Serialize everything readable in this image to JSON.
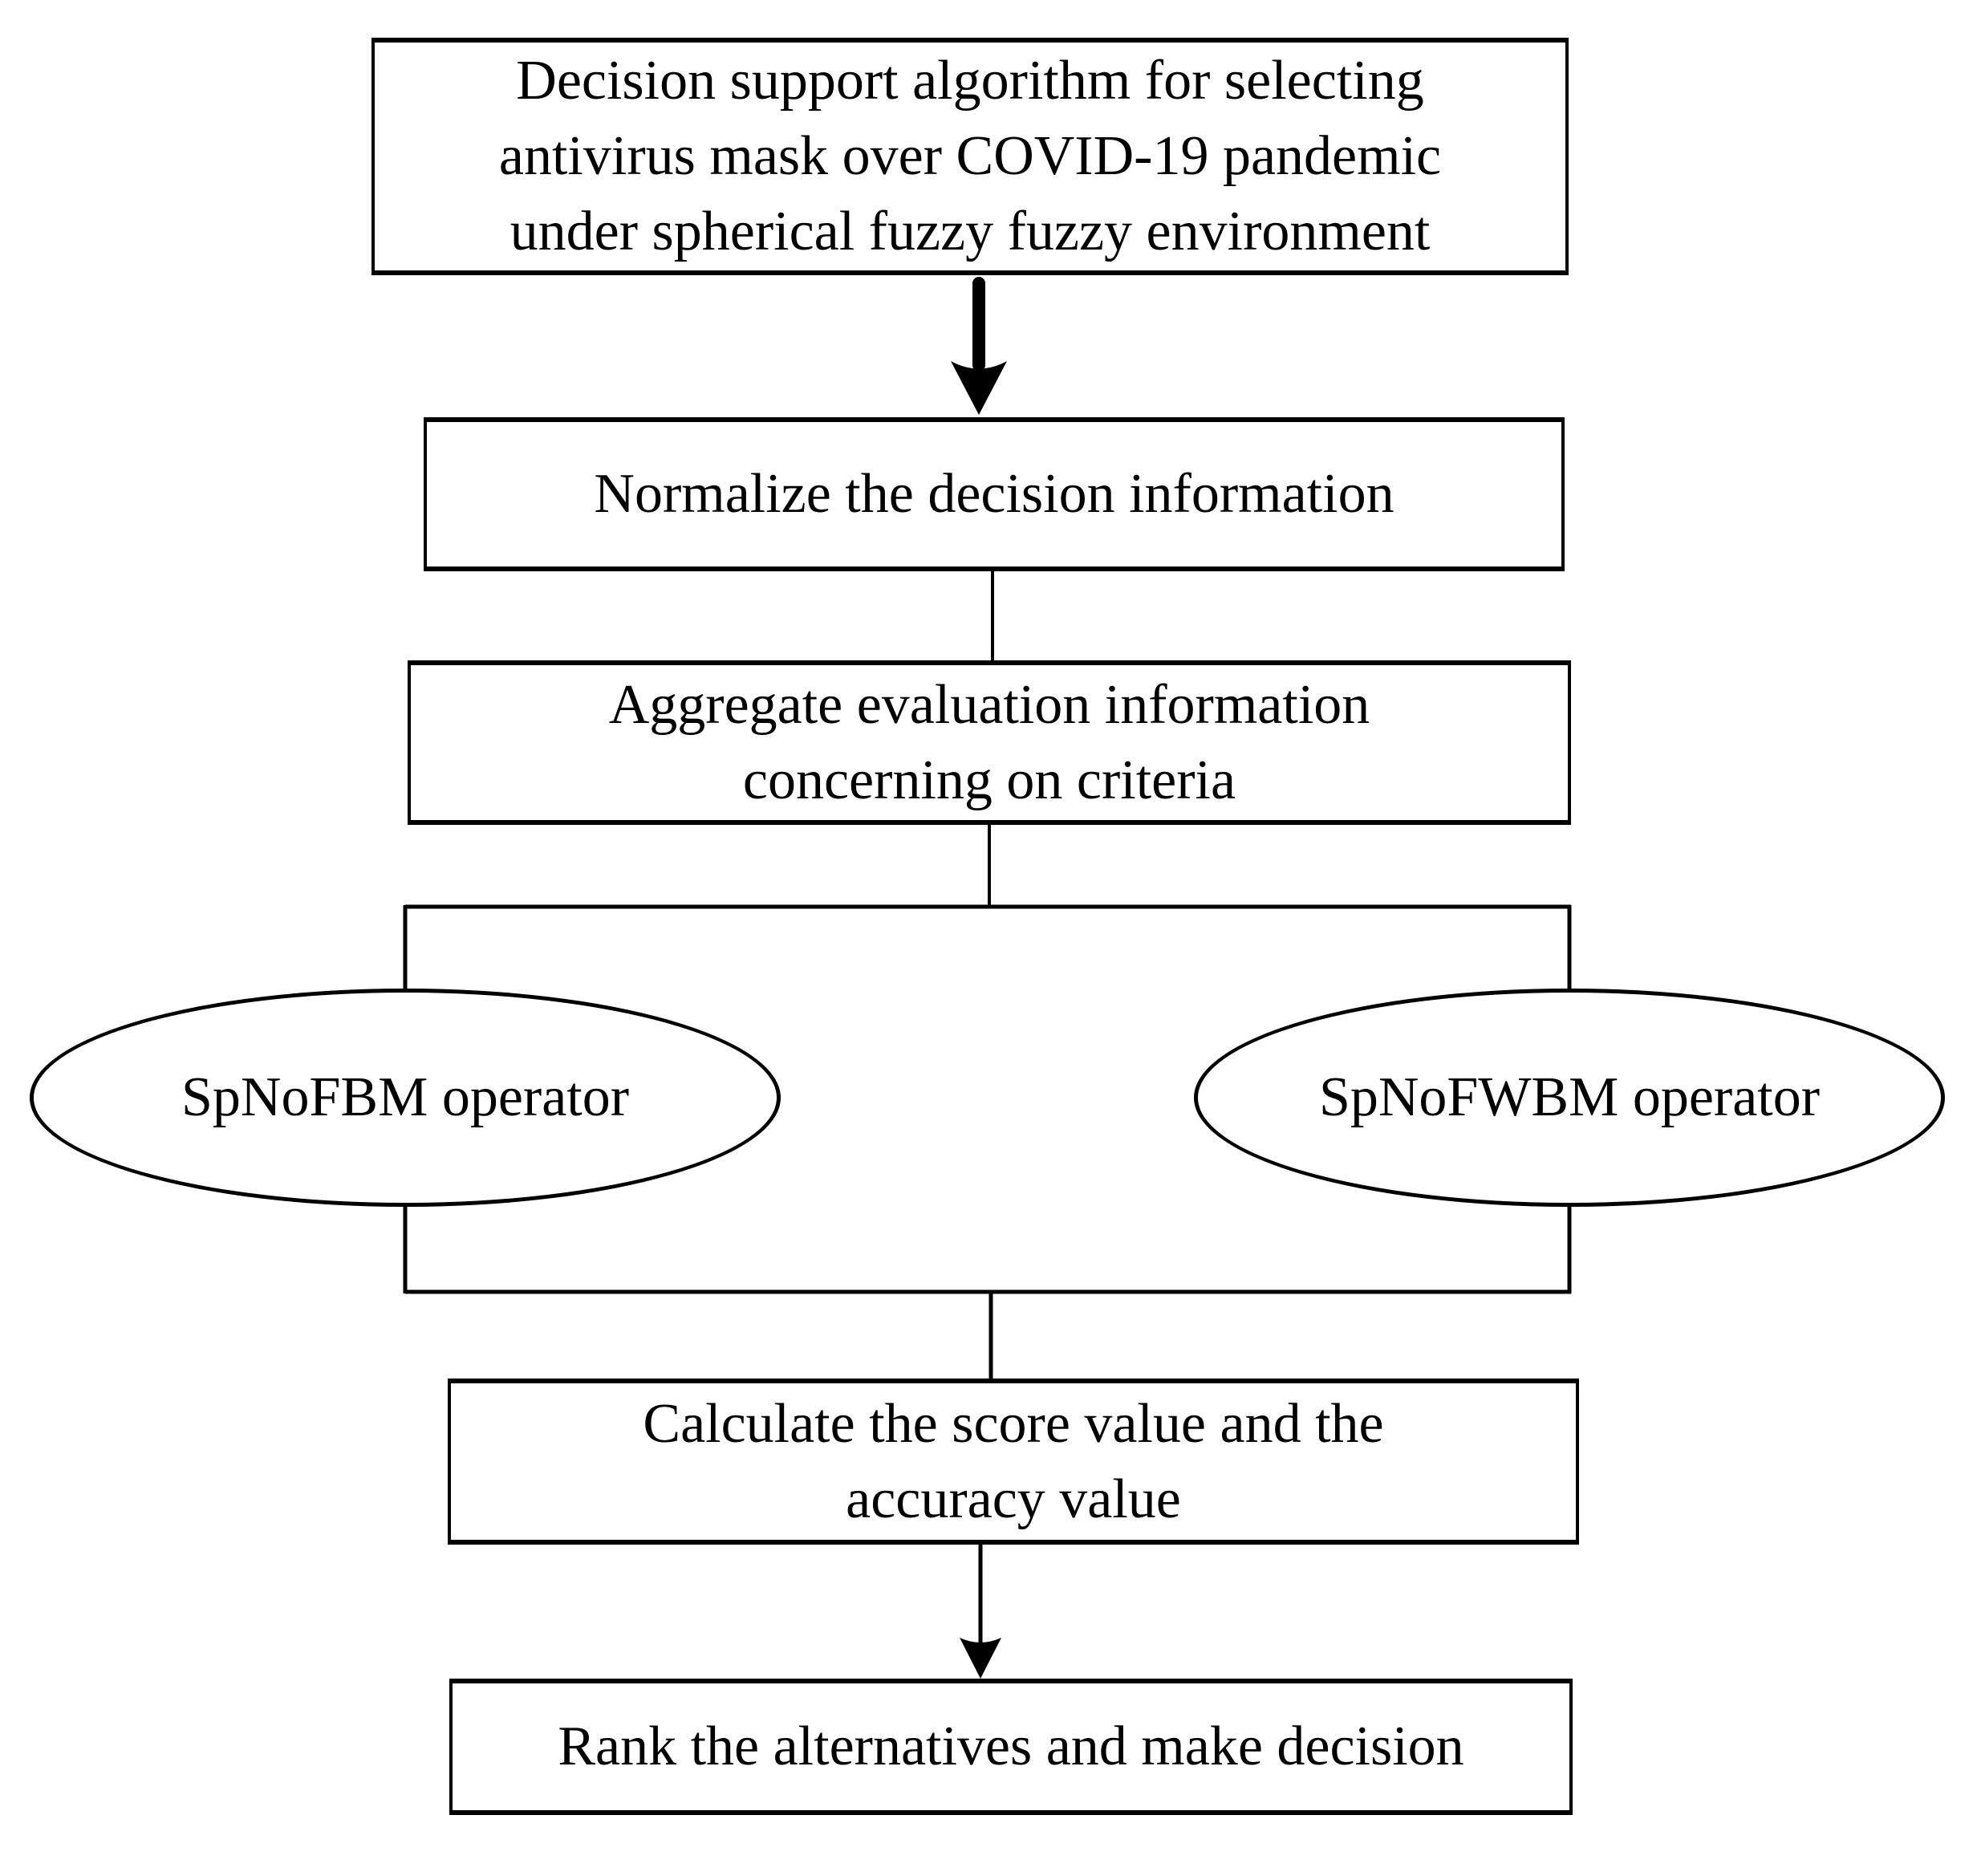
{
  "diagram": {
    "title": "Decision support algorithm flowchart",
    "colors": {
      "stroke": "#000000",
      "background": "#ffffff",
      "text": "#000000"
    },
    "nodes": {
      "title": {
        "shape": "rectangle",
        "lines": [
          "Decision support algorithm for selecting",
          "antivirus mask over COVID-19 pandemic",
          "under spherical fuzzy fuzzy environment"
        ]
      },
      "normalize": {
        "shape": "rectangle",
        "lines": [
          "Normalize the decision information"
        ]
      },
      "aggregate": {
        "shape": "rectangle",
        "lines": [
          "Aggregate evaluation information",
          "concerning on criteria"
        ]
      },
      "op_left": {
        "shape": "ellipse",
        "lines": [
          "SpNoFBM operator"
        ]
      },
      "op_right": {
        "shape": "ellipse",
        "lines": [
          "SpNoFWBM operator"
        ]
      },
      "calculate": {
        "shape": "rectangle",
        "lines": [
          "Calculate the score value and the",
          "accuracy value"
        ]
      },
      "rank": {
        "shape": "rectangle",
        "lines": [
          "Rank the alternatives and make decision"
        ]
      }
    },
    "edges": [
      {
        "from": "title",
        "to": "normalize",
        "style": "thick-arrow"
      },
      {
        "from": "normalize",
        "to": "aggregate",
        "style": "line"
      },
      {
        "from": "aggregate",
        "to": "op_left and op_right",
        "style": "branch-lines"
      },
      {
        "from": "op_left and op_right",
        "to": "calculate",
        "style": "merge-lines"
      },
      {
        "from": "calculate",
        "to": "rank",
        "style": "thin-arrow"
      }
    ]
  }
}
